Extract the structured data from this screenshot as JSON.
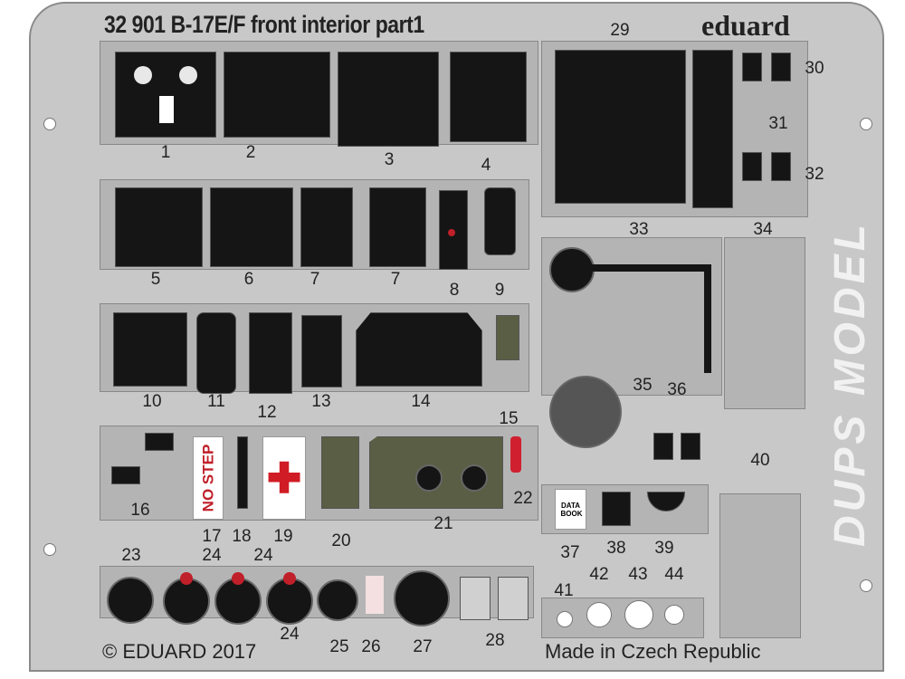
{
  "title": "32 901  B-17E/F front interior   part1",
  "brand": "eduard",
  "copyright": "© EDUARD 2017",
  "made_in": "Made in Czech Republic",
  "watermark": "DUPS MODEL",
  "signs": {
    "no_step": "NO STEP",
    "data_book": "DATA BOOK"
  },
  "part_numbers": [
    "1",
    "2",
    "3",
    "4",
    "5",
    "6",
    "7",
    "7",
    "8",
    "9",
    "10",
    "11",
    "12",
    "13",
    "14",
    "15",
    "16",
    "17",
    "18",
    "19",
    "20",
    "21",
    "22",
    "23",
    "24",
    "24",
    "24",
    "25",
    "26",
    "27",
    "28",
    "29",
    "30",
    "31",
    "32",
    "33",
    "34",
    "35",
    "36",
    "37",
    "38",
    "39",
    "40",
    "41",
    "42",
    "43",
    "44"
  ],
  "colors": {
    "fret": "#c8c8c8",
    "panel": "#151515",
    "olive": "#5a5e44",
    "red": "#c0202a"
  }
}
